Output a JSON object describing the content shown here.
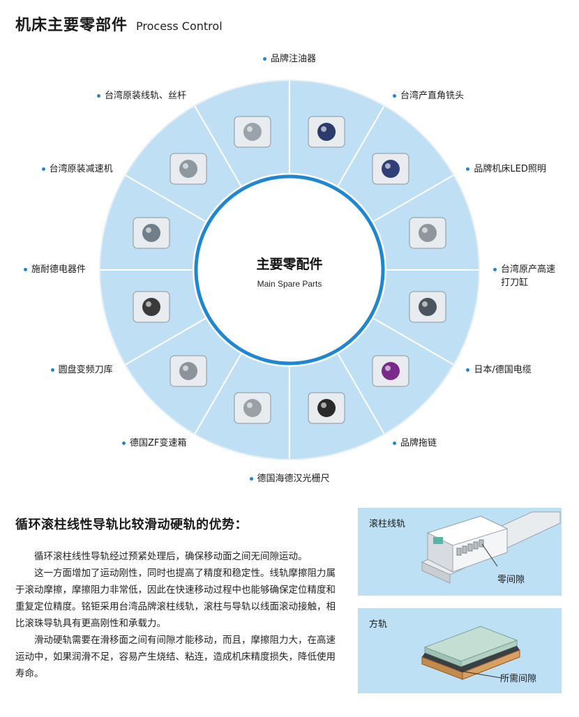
{
  "header": {
    "title_cn": "机床主要零部件",
    "title_en": "Process Control"
  },
  "center": {
    "title": "主要零配件",
    "subtitle": "Main Spare Parts"
  },
  "parts": [
    {
      "label": "品牌注油器",
      "icon": "oil-lubricator-icon"
    },
    {
      "label": "台湾产直角铣头",
      "icon": "milling-head-icon"
    },
    {
      "label": "品牌机床LED照明",
      "icon": "led-lamp-icon"
    },
    {
      "label": "台湾原产高速打刀缸",
      "line1": "台湾原产高速",
      "line2": "打刀缸",
      "icon": "cylinder-icon"
    },
    {
      "label": "日本/德国电缆",
      "icon": "cable-icon"
    },
    {
      "label": "品牌拖链",
      "icon": "drag-chain-icon"
    },
    {
      "label": "德国海德汉光栅尺",
      "icon": "linear-scale-icon"
    },
    {
      "label": "德国ZF变速箱",
      "icon": "gearbox-icon"
    },
    {
      "label": "圆盘变频刀库",
      "icon": "tool-magazine-icon"
    },
    {
      "label": "施耐德电器件",
      "icon": "electrical-cabinet-icon"
    },
    {
      "label": "台湾原装减速机",
      "icon": "reducer-icon"
    },
    {
      "label": "台湾原装线轨、丝杆",
      "icon": "linear-rail-icon"
    }
  ],
  "advantage": {
    "title": "循环滚柱线性导轨比较滑动硬轨的优势：",
    "paragraphs": [
      "循环滚柱线性导轨经过预紧处理后，确保移动面之间无间隙运动。",
      "这一方面增加了运动刚性，同时也提高了精度和稳定性。线轨摩擦阻力属于滚动摩擦，摩擦阻力非常低，因此在快速移动过程中也能够确保定位精度和重复定位精度。铭钜采用台湾品牌滚柱线轨，滚柱与导轨以线面滚动接触，相比滚珠导轨具有更高刚性和承载力。",
      "滑动硬轨需要在滑移面之间有间隙才能移动，而且，摩擦阻力大，在高速运动中，如果润滑不足，容易产生烧结、粘连，造成机床精度损失，降低使用寿命。"
    ]
  },
  "panel_roller": {
    "title": "滚柱线轨",
    "note": "零间隙"
  },
  "panel_box": {
    "title": "方轨",
    "note": "所需间隙"
  },
  "colors": {
    "ring_fill": "#bfe0f4",
    "ring_line": "#ffffff",
    "accent": "#1f86d1"
  }
}
